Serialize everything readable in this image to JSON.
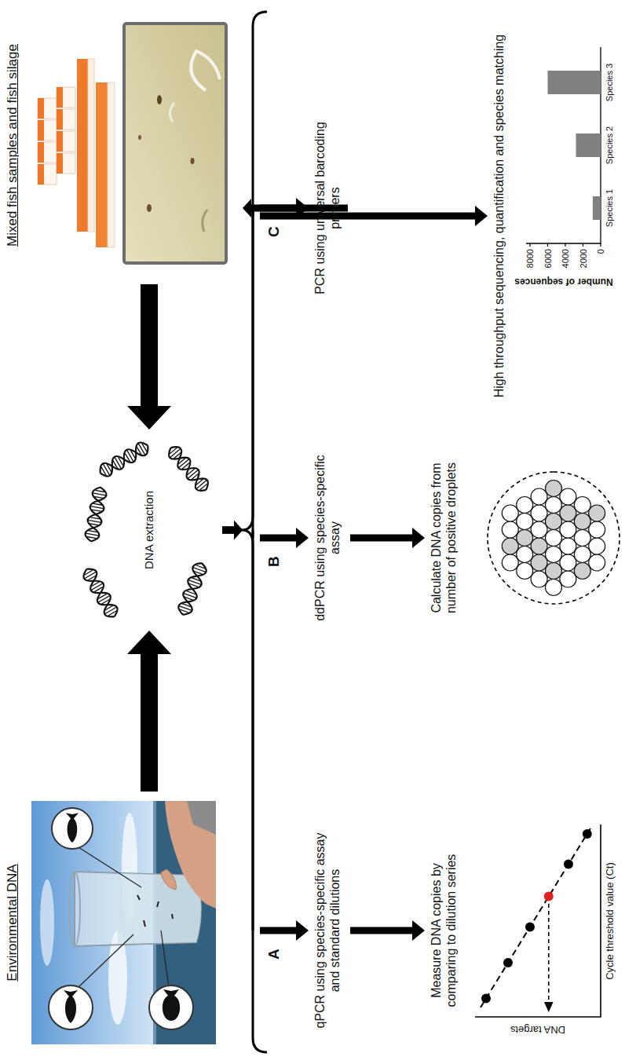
{
  "diagram": {
    "nodes": [
      {
        "text": [
          "Environmental DNA"
        ]
      },
      {
        "text": [
          "Mixed fish samples and fish silage"
        ]
      },
      {
        "text": [
          "DNA extraction"
        ]
      },
      {
        "text": [
          "qPCR using species-specific assay and standard dilutions"
        ]
      },
      {
        "text": [
          "Measure DNA copies by comparing to dilution series"
        ]
      },
      {
        "text": [
          "ddPCR using species-specific assay"
        ]
      },
      {
        "text": [
          "Calculate DNA copies from number of positive droplets"
        ]
      },
      {
        "text": [
          "PCR using universal barcoding primers"
        ]
      },
      {
        "text": [
          "High throughput sequencing, quantification and species matching"
        ]
      }
    ],
    "edges": [
      {
        "from": 0,
        "to": 2,
        "arrow": "to"
      },
      {
        "from": 1,
        "to": 2,
        "arrow": "to"
      },
      {
        "from": 2,
        "to": 3,
        "label": "A",
        "arrow": "to"
      },
      {
        "from": 3,
        "to": 4,
        "arrow": "to"
      },
      {
        "from": 2,
        "to": 5,
        "label": "B",
        "arrow": "to"
      },
      {
        "from": 5,
        "to": 6,
        "arrow": "to"
      },
      {
        "from": 2,
        "to": 7,
        "label": "C",
        "arrow": "to"
      },
      {
        "from": 7,
        "to": 8,
        "arrow": "to"
      }
    ],
    "labels": [
      "DNA targets",
      "Cycle threshold value (Ct)",
      "Number of sequences",
      "8000",
      "6000",
      "4000",
      "2000",
      "0",
      "Species 1",
      "Species 2",
      "Species 3"
    ]
  }
}
